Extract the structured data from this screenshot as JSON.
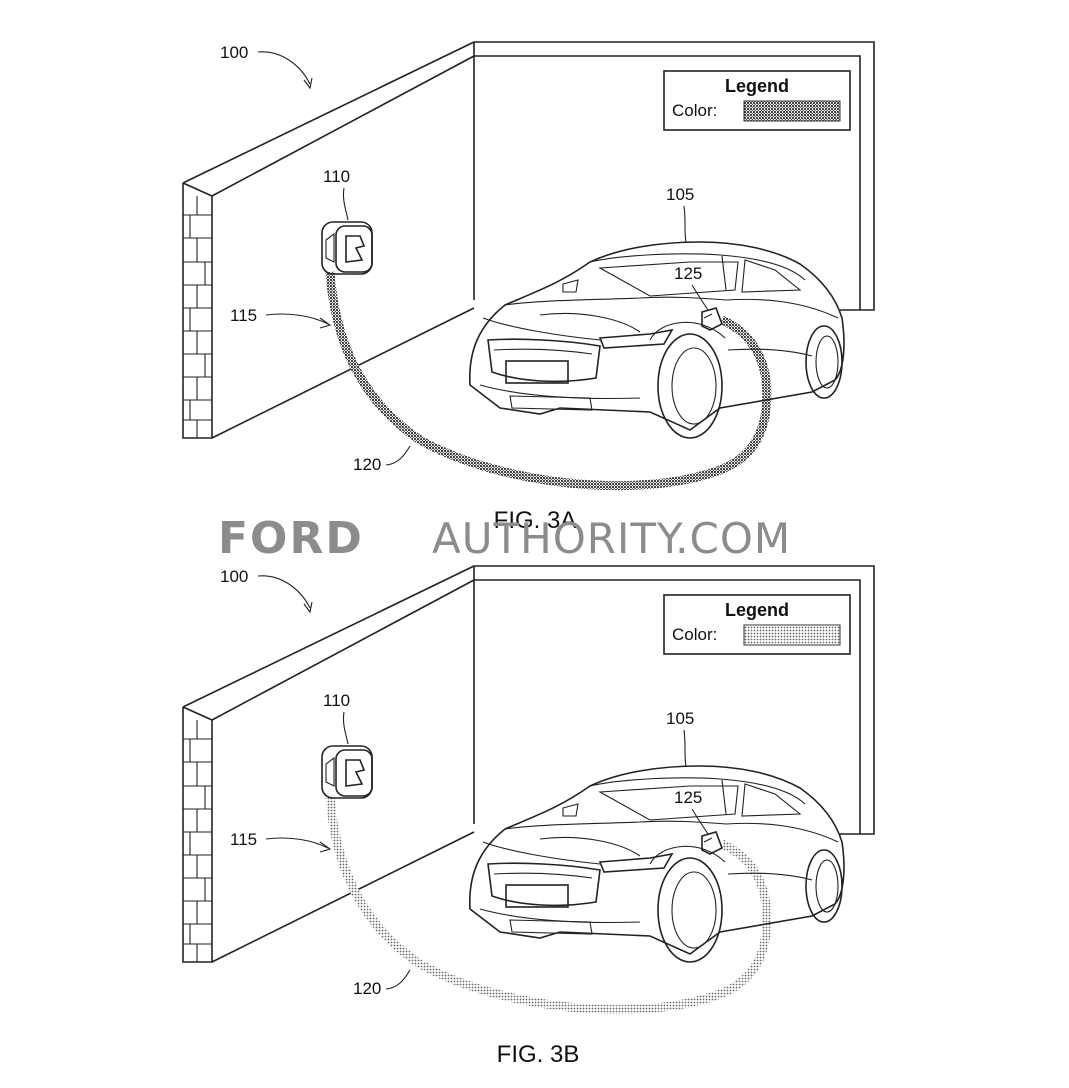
{
  "watermark": {
    "brand": "FORD",
    "site": "AUTHORITY.COM"
  },
  "figures": [
    {
      "caption": "FIG. 3A",
      "legend": {
        "title": "Legend",
        "label": "Color:",
        "swatch_color": "#6e6e6e"
      },
      "labels": {
        "system": "100",
        "vehicle": "105",
        "charger": "110",
        "wall": "115",
        "cable": "120",
        "port": "125"
      },
      "cable_color": "#3a3a3a"
    },
    {
      "caption": "FIG. 3B",
      "legend": {
        "title": "Legend",
        "label": "Color:",
        "swatch_color": "#9a9a9a"
      },
      "labels": {
        "system": "100",
        "vehicle": "105",
        "charger": "110",
        "wall": "115",
        "cable": "120",
        "port": "125"
      },
      "cable_color": "#8a8a8a"
    }
  ]
}
